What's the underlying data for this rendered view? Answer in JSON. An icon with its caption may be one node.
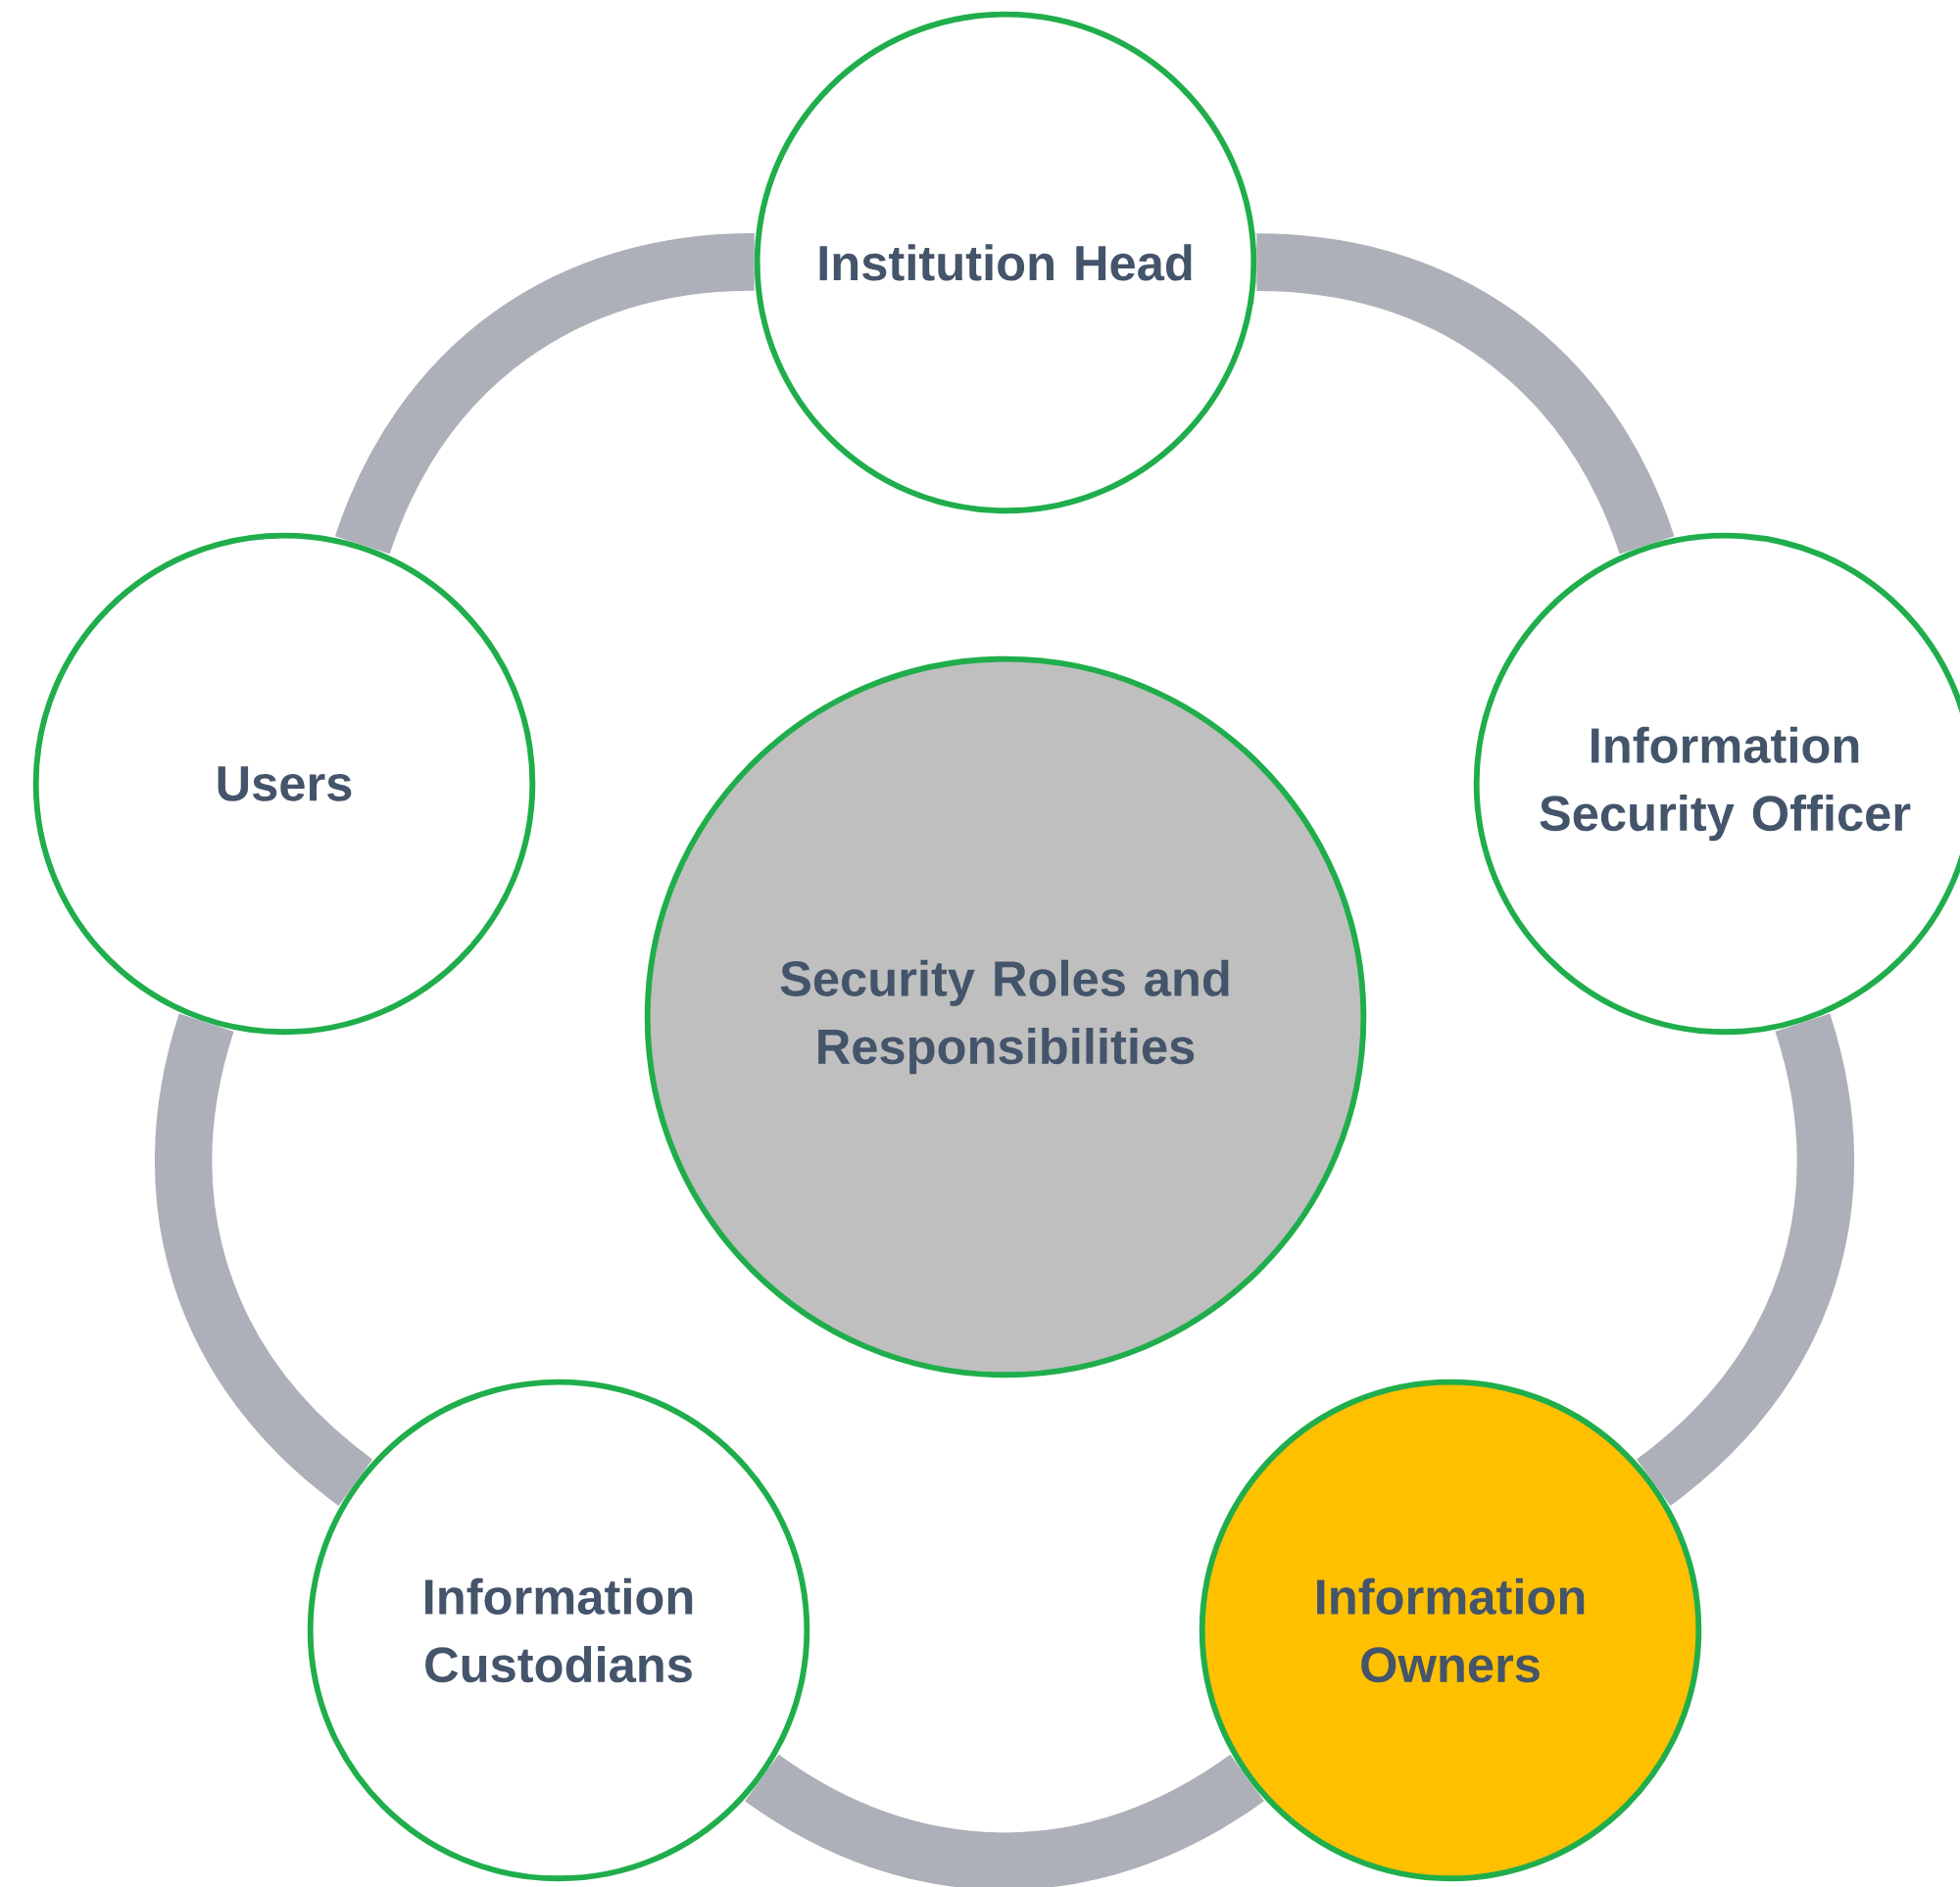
{
  "diagram": {
    "nodes": [
      {
        "text": [
          "Security Roles and Responsibilities"
        ]
      },
      {
        "text": [
          "Institution Head"
        ]
      },
      {
        "text": [
          "Information Security Officer"
        ]
      },
      {
        "text": [
          "Information Owners"
        ]
      },
      {
        "text": [
          "Information Custodians"
        ]
      },
      {
        "text": [
          "Users"
        ]
      }
    ],
    "edges": [
      {
        "from": 1,
        "to": 2,
        "arrow": "none"
      },
      {
        "from": 2,
        "to": 3,
        "arrow": "none"
      },
      {
        "from": 3,
        "to": 4,
        "arrow": "none"
      },
      {
        "from": 4,
        "to": 5,
        "arrow": "none"
      },
      {
        "from": 5,
        "to": 1,
        "arrow": "none"
      }
    ]
  }
}
